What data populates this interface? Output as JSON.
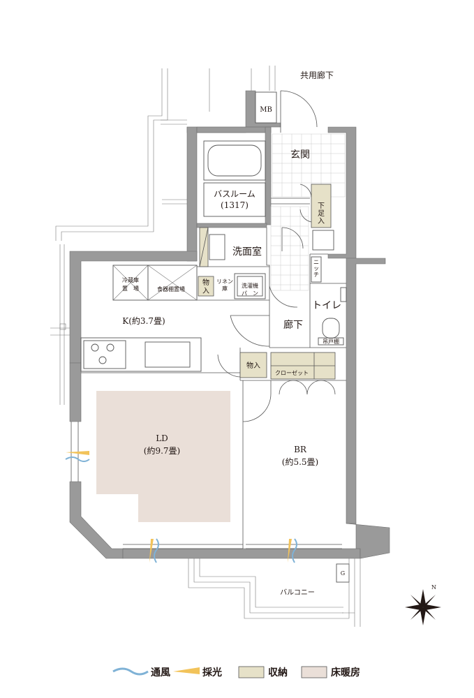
{
  "rooms": {
    "common_corridor": "共用廊下",
    "mb": "MB",
    "entrance": "玄関",
    "bathroom": "バスルーム",
    "bathroom_size": "(1317)",
    "shoe_storage": [
      "下",
      "足",
      "入"
    ],
    "washroom": "洗面室",
    "niche": [
      "ニ",
      "ッ",
      "チ"
    ],
    "fridge": [
      "冷蔵庫",
      "置　場"
    ],
    "cupboard": "食器棚置場",
    "storage_small": [
      "物",
      "入"
    ],
    "linen": [
      "リネン",
      "庫"
    ],
    "washer": [
      "洗濯機",
      "パ　ン"
    ],
    "toilet": "トイレ",
    "toilet_shelf": "吊戸棚",
    "kitchen": "K(約3.7畳)",
    "hallway": "廊下",
    "storage": "物入",
    "closet": "クローゼット",
    "ld": "LD",
    "ld_size": "(約9.7畳)",
    "br": "BR",
    "br_size": "(約5.5畳)",
    "balcony": "バルコニー",
    "gas": "G"
  },
  "compass": {
    "north": "N"
  },
  "legend": [
    {
      "label": "通風",
      "kind": "ventilation",
      "color": "#7fb2d6"
    },
    {
      "label": "採光",
      "kind": "daylight",
      "color": "#f2c35a"
    },
    {
      "label": "収納",
      "kind": "storage",
      "color": "#e6e1c8"
    },
    {
      "label": "床暖房",
      "kind": "floor-heating",
      "color": "#eadfd8"
    }
  ]
}
